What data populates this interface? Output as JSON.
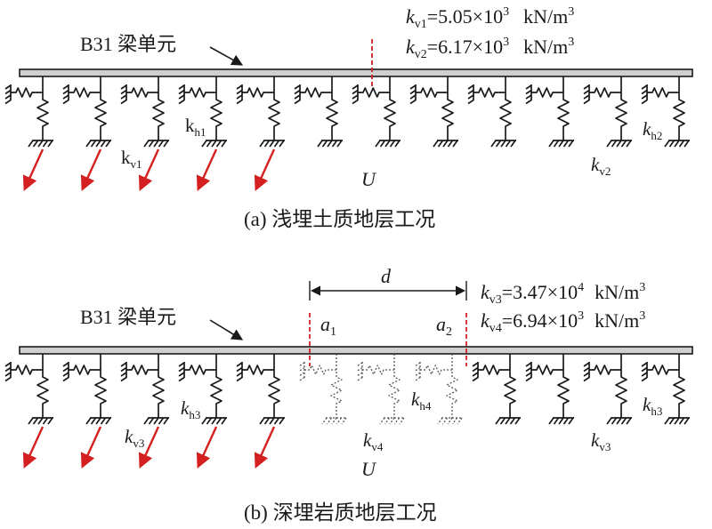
{
  "panel_a": {
    "beam_label": "B31 梁单元",
    "kv1_eq": "k",
    "kv1_sub": "v1",
    "kv1_rest": "=5.05×10",
    "kv1_exp": "3",
    "kv1_unit": "kN/m",
    "kv1_unit_exp": "3",
    "kv2_eq": "k",
    "kv2_sub": "v2",
    "kv2_rest": "=6.17×10",
    "kv2_exp": "3",
    "kv2_unit": "kN/m",
    "kv2_unit_exp": "3",
    "lbl_kv1": "k",
    "lbl_kv1_sub": "v1",
    "lbl_kh1": "k",
    "lbl_kh1_sub": "h1",
    "lbl_kv2": "k",
    "lbl_kv2_sub": "v2",
    "lbl_kh2": "k",
    "lbl_kh2_sub": "h2",
    "lbl_U": "U",
    "caption": "(a) 浅埋土质地层工况"
  },
  "panel_b": {
    "beam_label": "B31 梁单元",
    "d_label": "d",
    "a1": "a",
    "a1_sub": "1",
    "a2": "a",
    "a2_sub": "2",
    "kv3_eq": "k",
    "kv3_sub": "v3",
    "kv3_rest": "=3.47×10",
    "kv3_exp": "4",
    "kv3_unit": "kN/m",
    "kv3_unit_exp": "3",
    "kv4_eq": "k",
    "kv4_sub": "v4",
    "kv4_rest": "=6.94×10",
    "kv4_exp": "3",
    "kv4_unit": "kN/m",
    "kv4_unit_exp": "3",
    "lbl_kv3": "k",
    "lbl_kv3_sub": "v3",
    "lbl_kh3": "k",
    "lbl_kh3_sub": "h3",
    "lbl_kv4": "k",
    "lbl_kv4_sub": "v4",
    "lbl_kh4": "k",
    "lbl_kh4_sub": "h4",
    "lbl_kv3b": "k",
    "lbl_kv3b_sub": "v3",
    "lbl_kh3b": "k",
    "lbl_kh3b_sub": "h3",
    "lbl_U": "U",
    "caption": "(b) 深埋岩质地层工况"
  },
  "colors": {
    "beam": "#cfcfcf",
    "ink": "#1a1a1a",
    "arrow": "#d42020",
    "marker": "#d42020",
    "ghost": "#555555"
  }
}
